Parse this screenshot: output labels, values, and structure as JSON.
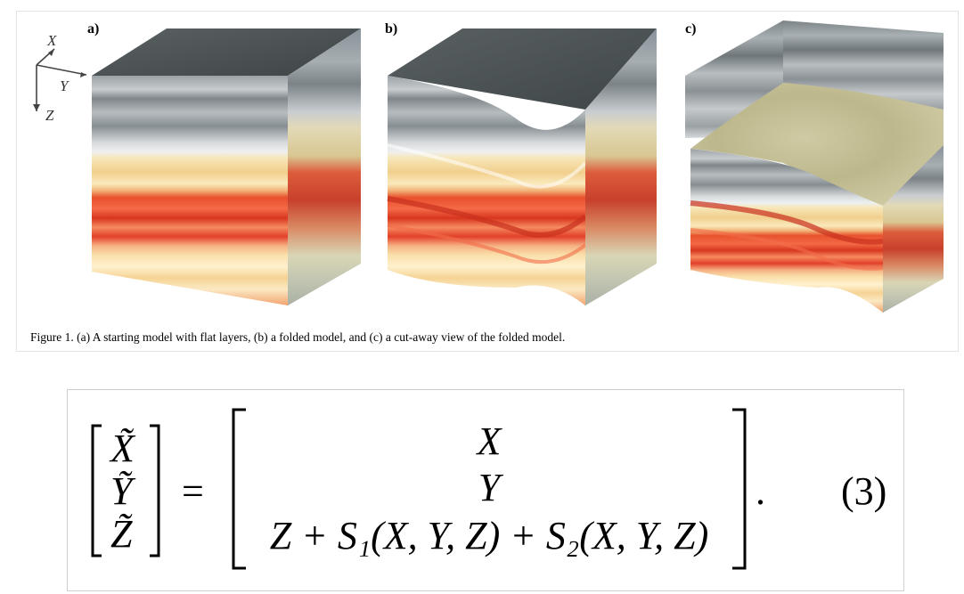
{
  "figure": {
    "panel_labels": [
      "a)",
      "b)",
      "c)"
    ],
    "axes": {
      "x": "X",
      "y": "Y",
      "z": "Z"
    },
    "caption": "Figure 1. (a) A starting model with flat layers, (b) a folded model, and (c) a cut-away view of the folded model.",
    "colors": {
      "top_face": "#4b5254",
      "grey_layers": "#8e969a",
      "cream_layers": "#f6e7b8",
      "red_layers": "#ea4a2a",
      "cutaway_surface": "#c8c39a"
    }
  },
  "equation": {
    "lhs": [
      "X̃",
      "Ỹ",
      "Z̃"
    ],
    "equals": "=",
    "rhs_rows": [
      "X",
      "Y",
      "Z + S₁(X, Y, Z) + S₂(X, Y, Z)"
    ],
    "period": ".",
    "number": "(3)"
  }
}
